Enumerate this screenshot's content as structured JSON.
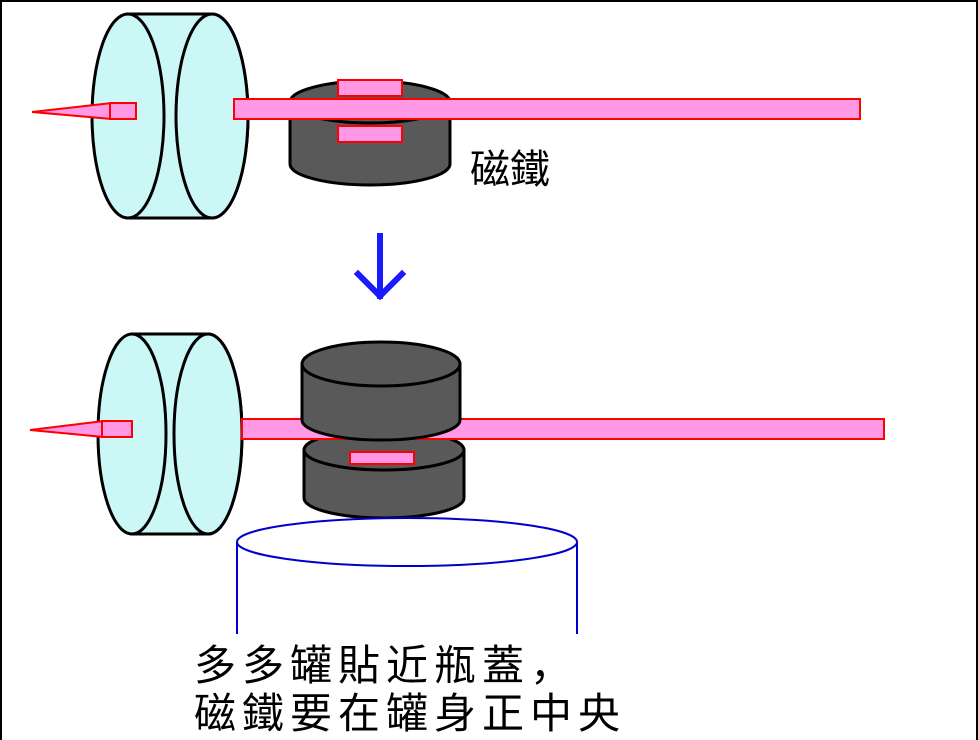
{
  "labels": {
    "magnet": "磁鐵"
  },
  "caption": {
    "line1": "多多罐貼近瓶蓋，",
    "line2": "磁鐵要在罐身正中央"
  },
  "colors": {
    "border": "#000000",
    "drum_fill": "#ccf7f7",
    "magnet_fill": "#595959",
    "rod_fill": "#ff99e6",
    "rod_stroke": "#ff0000",
    "arrow": "#1a1aff",
    "bottle_outline": "#0000cc"
  },
  "icons": {
    "arrow": "down-arrow-icon"
  }
}
